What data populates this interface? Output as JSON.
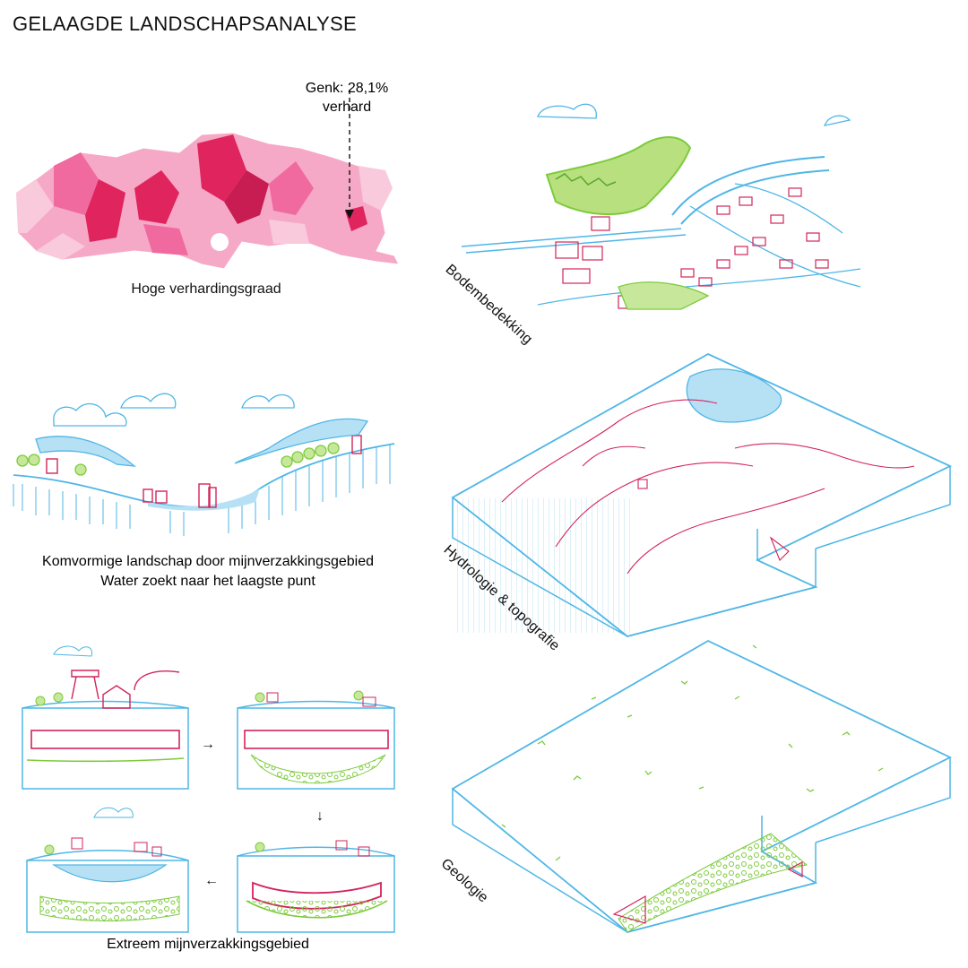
{
  "title": "GELAAGDE LANDSCHAPSANALYSE",
  "map": {
    "annotation_line1": "Genk: 28,1%",
    "annotation_line2": "verhard",
    "caption": "Hoge verhardingsgraad"
  },
  "panels": {
    "land_cover": "Bodembedekking",
    "hydrology": "Hydrologie & topografie",
    "geology": "Geologie"
  },
  "section": {
    "caption_line1": "Komvormige landschap door mijnverzakkingsgebied",
    "caption_line2": "Water zoekt naar het laagste punt"
  },
  "sequence": {
    "caption": "Extreem mijnverzakkingsgebied"
  },
  "colors": {
    "pink_dark": "#e0245e",
    "pink_mid": "#f06aa0",
    "pink_light": "#f9c9dc",
    "blue_line": "#4fb6e6",
    "green": "#7ccb3c",
    "red_line": "#d2245a"
  }
}
